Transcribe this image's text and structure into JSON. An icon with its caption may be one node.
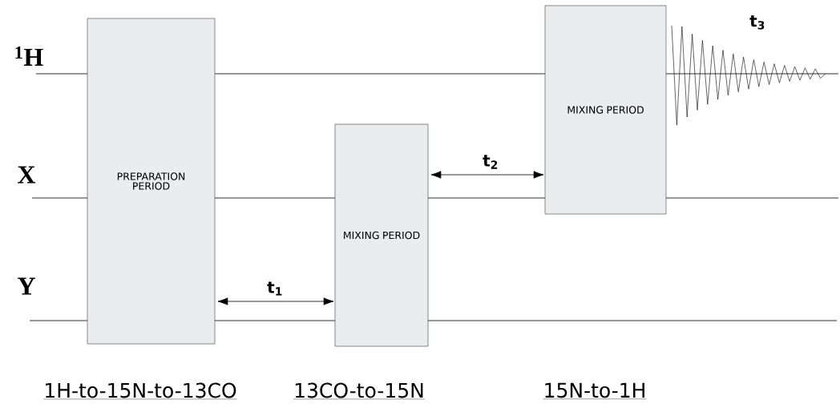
{
  "diagram": {
    "nodes": [
      {
        "text": [
          "PREPARATION PERIOD"
        ]
      },
      {
        "text": [
          "MIXING PERIOD"
        ]
      },
      {
        "text": [
          "MIXING PERIOD"
        ]
      }
    ],
    "edges": [
      {
        "from": 0,
        "to": 1,
        "arrow": "both",
        "label": "t$_{1}$"
      },
      {
        "from": 1,
        "to": 2,
        "arrow": "both",
        "label": "t$_{2}$"
      }
    ],
    "labels": [
      "$^{1}$H",
      "X",
      "Y",
      "t$_{3}$",
      "1H-to-15N-to-13CO",
      "13CO-to-15N",
      "15N-to-1H"
    ]
  }
}
